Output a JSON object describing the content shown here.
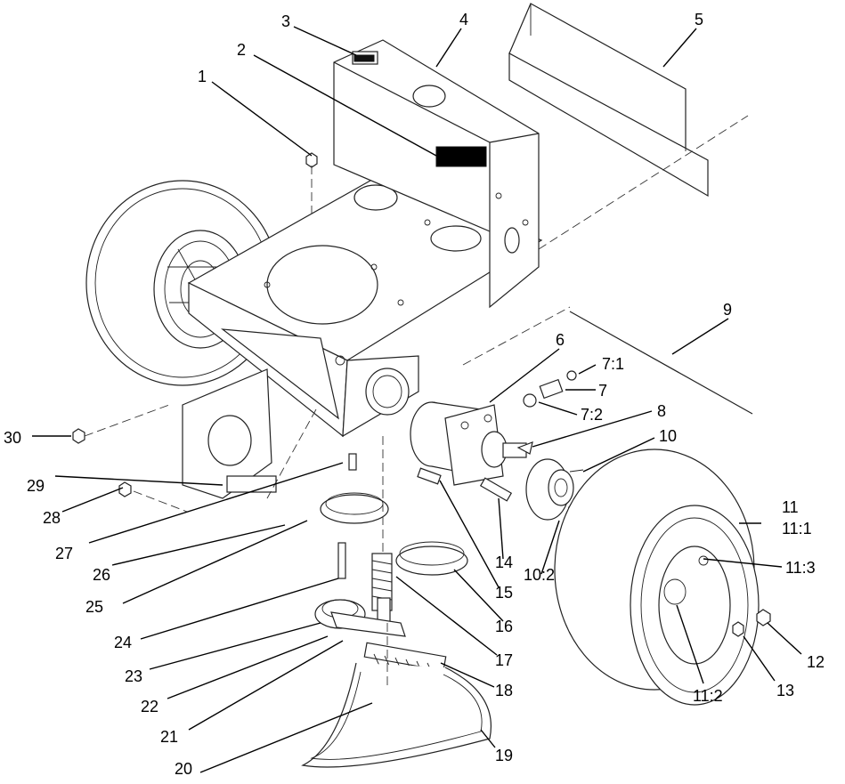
{
  "callouts": [
    {
      "id": "1",
      "text": "1"
    },
    {
      "id": "2",
      "text": "2"
    },
    {
      "id": "3",
      "text": "3"
    },
    {
      "id": "4",
      "text": "4"
    },
    {
      "id": "5",
      "text": "5"
    },
    {
      "id": "6",
      "text": "6"
    },
    {
      "id": "7:1",
      "text": "7:1"
    },
    {
      "id": "7",
      "text": "7"
    },
    {
      "id": "7:2",
      "text": "7:2"
    },
    {
      "id": "8",
      "text": "8"
    },
    {
      "id": "9",
      "text": "9"
    },
    {
      "id": "10",
      "text": "10"
    },
    {
      "id": "10:2",
      "text": "10:2"
    },
    {
      "id": "11",
      "text": "11"
    },
    {
      "id": "11:1",
      "text": "11:1"
    },
    {
      "id": "11:3",
      "text": "11:3"
    },
    {
      "id": "11:2",
      "text": "11:2"
    },
    {
      "id": "12",
      "text": "12"
    },
    {
      "id": "13",
      "text": "13"
    },
    {
      "id": "14",
      "text": "14"
    },
    {
      "id": "15",
      "text": "15"
    },
    {
      "id": "16",
      "text": "16"
    },
    {
      "id": "17",
      "text": "17"
    },
    {
      "id": "18",
      "text": "18"
    },
    {
      "id": "19",
      "text": "19"
    },
    {
      "id": "20",
      "text": "20"
    },
    {
      "id": "21",
      "text": "21"
    },
    {
      "id": "22",
      "text": "22"
    },
    {
      "id": "23",
      "text": "23"
    },
    {
      "id": "24",
      "text": "24"
    },
    {
      "id": "25",
      "text": "25"
    },
    {
      "id": "26",
      "text": "26"
    },
    {
      "id": "27",
      "text": "27"
    },
    {
      "id": "28",
      "text": "28"
    },
    {
      "id": "29",
      "text": "29"
    },
    {
      "id": "30",
      "text": "30"
    }
  ]
}
